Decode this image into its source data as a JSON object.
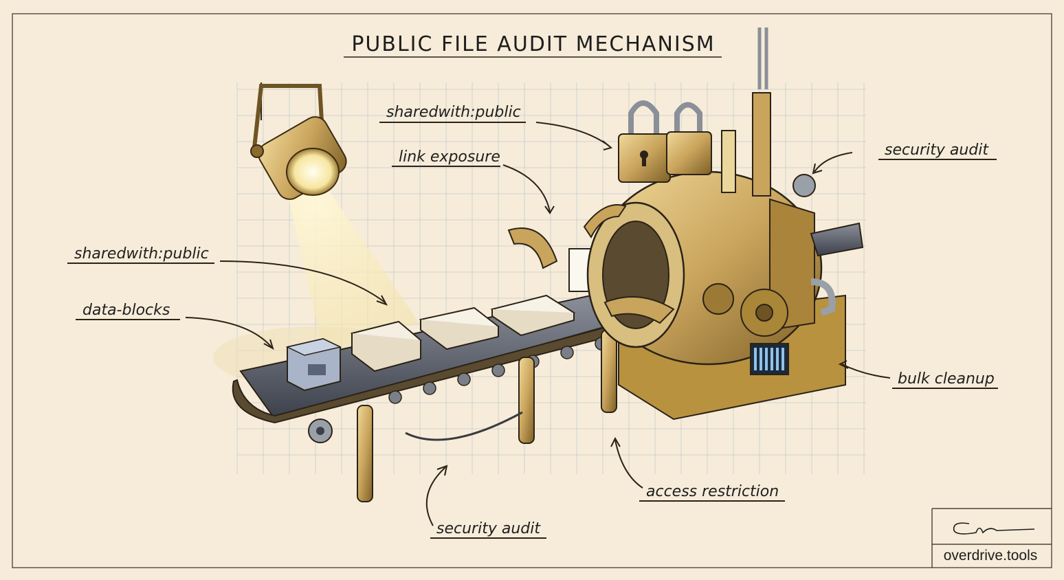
{
  "title": "PUBLIC FILE AUDIT MECHANISM",
  "labels": {
    "sharedwith_top": "sharedwith:public",
    "link_exposure": "link exposure",
    "security_audit_right": "security audit",
    "sharedwith_left": "sharedwith:public",
    "data_blocks": "data-blocks",
    "bulk_cleanup": "bulk cleanup",
    "access_restriction": "access restriction",
    "security_audit_bottom": "security audit"
  },
  "credit": "overdrive.tools",
  "colors": {
    "paper": "#f6ecd9",
    "brass": "#c9a45c",
    "brass_dark": "#8a6a2e",
    "belt": "#4a4f5c",
    "light_beam": "#fbefb8",
    "ink": "#1f1f1f"
  }
}
